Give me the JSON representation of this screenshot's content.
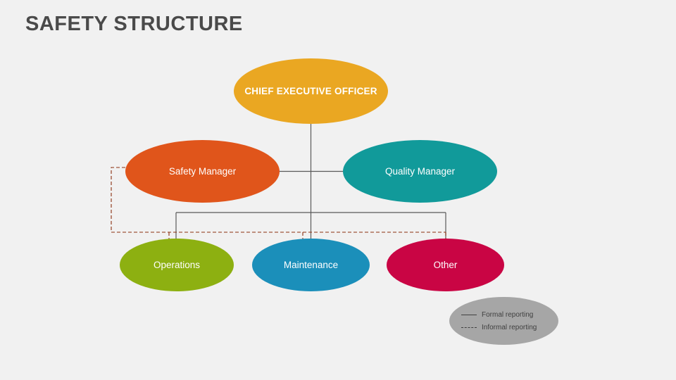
{
  "slide": {
    "title": "SAFETY STRUCTURE",
    "background_color": "#f1f1f1"
  },
  "nodes": [
    {
      "id": "ceo",
      "label": "CHIEF EXECUTIVE OFFICER",
      "color": "#eaa722"
    },
    {
      "id": "safety",
      "label": "Safety Manager",
      "color": "#e0551b"
    },
    {
      "id": "quality",
      "label": "Quality Manager",
      "color": "#119a9a"
    },
    {
      "id": "operations",
      "label": "Operations",
      "color": "#8db011"
    },
    {
      "id": "maintenance",
      "label": "Maintenance",
      "color": "#1b8fba"
    },
    {
      "id": "other",
      "label": "Other",
      "color": "#c90544"
    }
  ],
  "legend": {
    "background_color": "#a6a6a6",
    "items": [
      {
        "label": "Formal reporting",
        "style": "solid"
      },
      {
        "label": "Informal reporting",
        "style": "dashed"
      }
    ]
  },
  "connectors": {
    "formal_color": "#595959",
    "informal_color": "#8a3010"
  }
}
